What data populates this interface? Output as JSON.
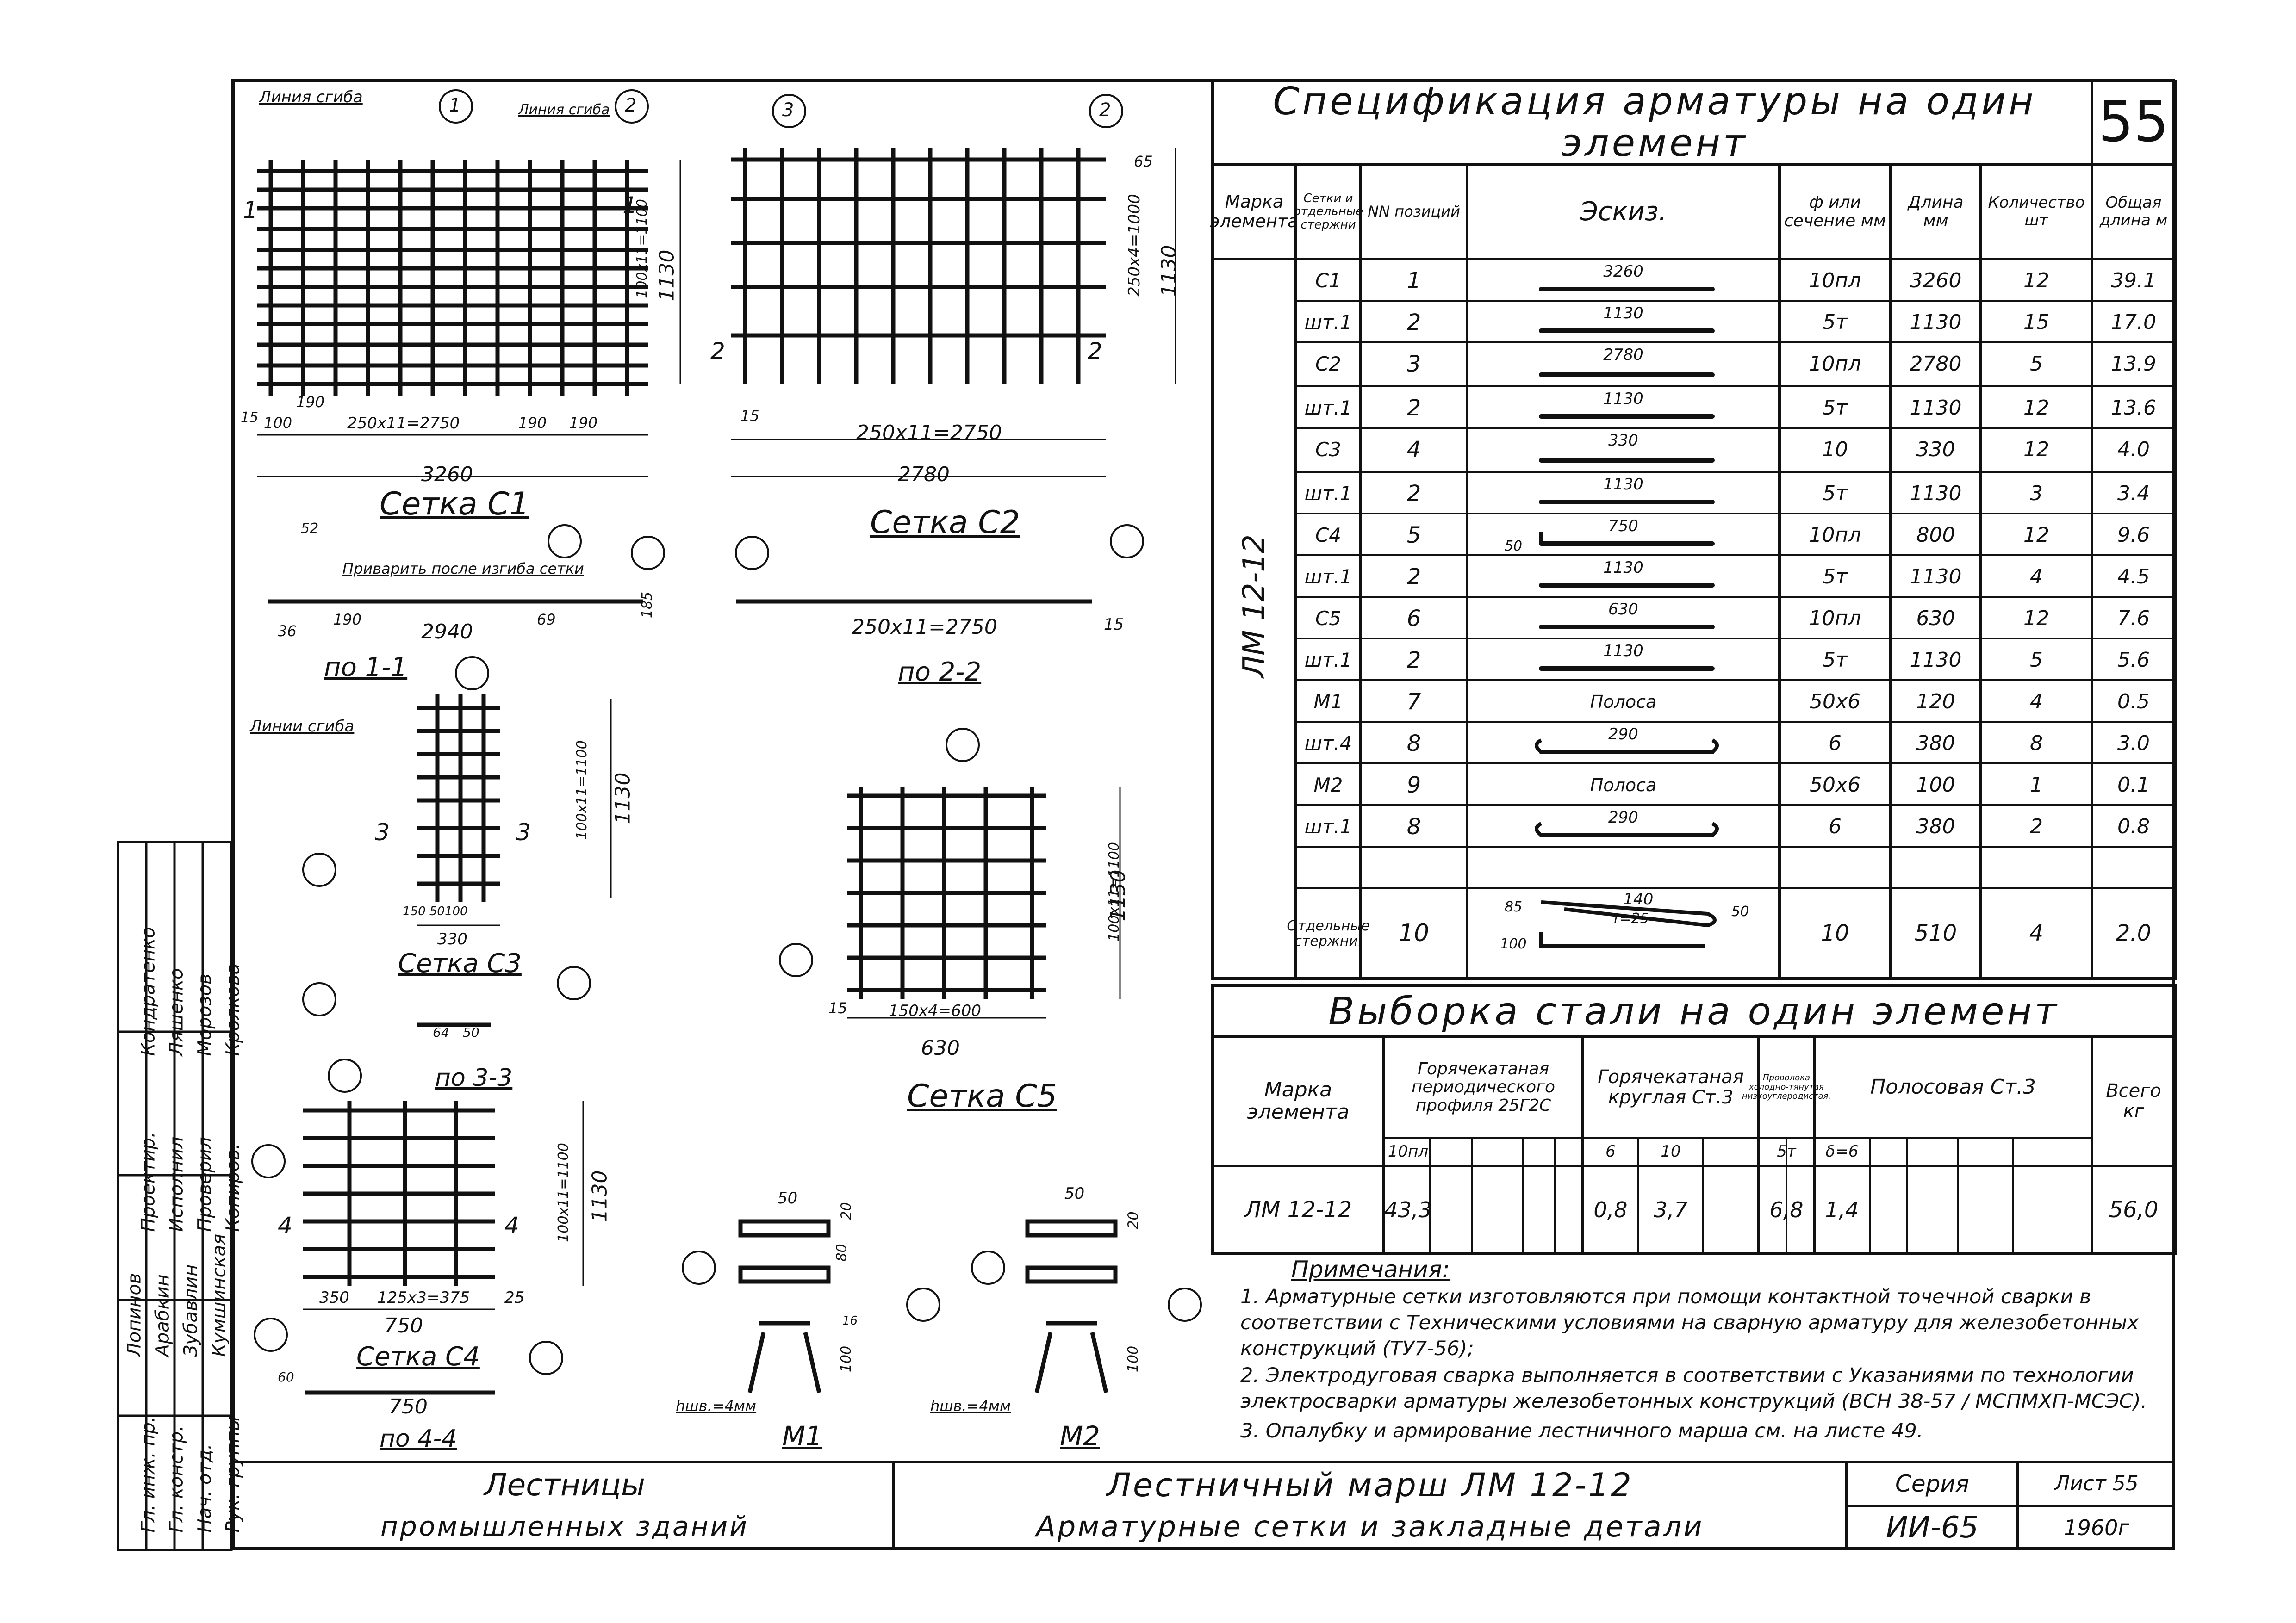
{
  "sheet_number": "55",
  "spec": {
    "title": "Спецификация арматуры на один элемент",
    "headers": {
      "marka": "Марка элемента",
      "setki": "Сетки и отдельные стержни",
      "nn": "NN позиций",
      "eskiz": "Эскиз.",
      "phi": "ф или сечение мм",
      "dlina": "Длина мм",
      "kol": "Количество шт",
      "obsh": "Общая длина м"
    },
    "element": "ЛМ 12-12",
    "rows": [
      {
        "group": "С1",
        "pos": "1",
        "sketch": "3260",
        "phi": "10пл",
        "len": "3260",
        "qty": "12",
        "total": "39.1"
      },
      {
        "group": "шт.1",
        "pos": "2",
        "sketch": "1130",
        "phi": "5т",
        "len": "1130",
        "qty": "15",
        "total": "17.0"
      },
      {
        "group": "С2",
        "pos": "3",
        "sketch": "2780",
        "phi": "10пл",
        "len": "2780",
        "qty": "5",
        "total": "13.9"
      },
      {
        "group": "шт.1",
        "pos": "2",
        "sketch": "1130",
        "phi": "5т",
        "len": "1130",
        "qty": "12",
        "total": "13.6"
      },
      {
        "group": "С3",
        "pos": "4",
        "sketch": "330",
        "phi": "10",
        "len": "330",
        "qty": "12",
        "total": "4.0"
      },
      {
        "group": "шт.1",
        "pos": "2",
        "sketch": "1130",
        "phi": "5т",
        "len": "1130",
        "qty": "3",
        "total": "3.4"
      },
      {
        "group": "С4",
        "pos": "5",
        "sketch": "750",
        "phi": "10пл",
        "len": "800",
        "qty": "12",
        "total": "9.6"
      },
      {
        "group": "шт.1",
        "pos": "2",
        "sketch": "1130",
        "phi": "5т",
        "len": "1130",
        "qty": "4",
        "total": "4.5"
      },
      {
        "group": "С5",
        "pos": "6",
        "sketch": "630",
        "phi": "10пл",
        "len": "630",
        "qty": "12",
        "total": "7.6"
      },
      {
        "group": "шт.1",
        "pos": "2",
        "sketch": "1130",
        "phi": "5т",
        "len": "1130",
        "qty": "5",
        "total": "5.6"
      },
      {
        "group": "М1",
        "pos": "7",
        "sketch": "Полоса",
        "phi": "50х6",
        "len": "120",
        "qty": "4",
        "total": "0.5"
      },
      {
        "group": "шт.4",
        "pos": "8",
        "sketch": "290",
        "phi": "6",
        "len": "380",
        "qty": "8",
        "total": "3.0"
      },
      {
        "group": "М2",
        "pos": "9",
        "sketch": "Полоса",
        "phi": "50х6",
        "len": "100",
        "qty": "1",
        "total": "0.1"
      },
      {
        "group": "шт.1",
        "pos": "8",
        "sketch": "290",
        "phi": "6",
        "len": "380",
        "qty": "2",
        "total": "0.8"
      }
    ],
    "last_row": {
      "group": "Отдельные стержни.",
      "pos": "10",
      "sketch_top": "140",
      "sketch_r": "r=25",
      "sketch_bottom": "100",
      "sketch_left": "85",
      "sketch_right": "50",
      "phi": "10",
      "len": "510",
      "qty": "4",
      "total": "2.0"
    },
    "sketch_50": "50"
  },
  "steel": {
    "title": "Выборка стали на один элемент",
    "marka": "Марка элемента",
    "col1": "Горячекатаная периодического профиля 25Г2С",
    "col2": "Горячекатаная круглая Ст.3",
    "col3": "Проволока холодно-тянутая низкоуглеродистая.",
    "col4": "Полосовая Ст.3",
    "vsego": "Всего кг",
    "sub": [
      "10пл",
      "6",
      "10",
      "5т",
      "δ=6"
    ],
    "row": {
      "mark": "ЛМ 12-12",
      "v1": "43,3",
      "v2": "0,8",
      "v3": "3,7",
      "v4": "6,8",
      "v5": "1,4",
      "total": "56,0"
    }
  },
  "notes": {
    "title": "Примечания:",
    "n1": "1. Арматурные сетки изготовляются при помощи контактной точечной сварки в соответствии с Техническими условиями на сварную арматуру для железобетонных конструкций (ТУ7-56);",
    "n2": "2. Электродуговая сварка выполняется в соответствии с Указаниями по технологии электросварки арматуры железобетонных конструкций (ВСН 38-57 / МСПМХП-МСЭС).",
    "n3": "3. Опалубку и армирование лестничного марша см. на листе 49."
  },
  "titleblock": {
    "left1": "Лестницы",
    "left2": "промышленных зданий",
    "mid1": "Лестничный марш ЛМ 12-12",
    "mid2": "Арматурные сетки и закладные детали",
    "seria_label": "Серия",
    "seria": "ИИ-65",
    "list": "Лист 55",
    "year": "1960г"
  },
  "stamp": {
    "roles": [
      "Гл. инж. пр.",
      "Гл. констр.",
      "Нач. отд.",
      "Рук. группы"
    ],
    "names": [
      "Лопинов",
      "Арабкин",
      "Зубавлин",
      "Кумшинская"
    ],
    "checked": [
      "Проектир.",
      "Исполнил",
      "Проверил",
      "Копиров."
    ],
    "checked_names": [
      "Кондратенко",
      "Ляшенко",
      "Морозов",
      "Кролкова"
    ]
  },
  "drawings": {
    "c1": {
      "caption": "Сетка С1",
      "bend_left": "Линия сгиба",
      "bend_right": "Линия сгиба",
      "dim_total": "3260",
      "dim_main": "250х11=2750",
      "dim_h": "100х11=1100",
      "dim_h2": "1130",
      "d190a": "190",
      "d190b": "190",
      "d190c": "190",
      "d100": "100",
      "d15": "15",
      "sec": "1",
      "n1": "1",
      "n2": "2"
    },
    "c2": {
      "caption": "Сетка С2",
      "dim_total": "2780",
      "dim_main": "250х11=2750",
      "dim_h": "250х4=1000",
      "dim_h2": "1130",
      "d65": "65",
      "d15": "15",
      "n3": "3",
      "n2": "2",
      "sec": "2"
    },
    "s11": {
      "caption": "по 1-1",
      "weld": "Приварить после изгиба сетки",
      "d2940": "2940",
      "d190": "190",
      "d36": "36",
      "d52": "52",
      "d69": "69",
      "d185": "185"
    },
    "s22": {
      "caption": "по 2-2",
      "dim": "250х11=2750",
      "d15": "15"
    },
    "c3": {
      "caption": "Сетка С3",
      "bend": "Линии сгиба",
      "dim_w": "330",
      "dim_inner": "150 50100",
      "dim_h": "100х11=1100",
      "dim_h2": "1130",
      "sec": "3"
    },
    "s33": {
      "caption": "по 3-3",
      "d64": "64",
      "d50": "50"
    },
    "c4": {
      "caption": "Сетка С4",
      "dim_w": "750",
      "dim_main": "125х3=375",
      "d350": "350",
      "d25": "25",
      "dim_h": "100х11=1100",
      "dim_h2": "1130",
      "sec": "4"
    },
    "s44": {
      "caption": "по 4-4",
      "dim": "750",
      "d60": "60"
    },
    "c5": {
      "caption": "Сетка С5",
      "dim_w": "630",
      "dim_main": "150х4=600",
      "dim_h": "100х11=1100",
      "dim_h2": "1130",
      "d15": "15"
    },
    "m1": {
      "caption": "М1",
      "weld": "hшв.=4мм",
      "d50": "50",
      "d20": "20",
      "d80": "80",
      "d100": "100",
      "d16": "16"
    },
    "m2": {
      "caption": "М2",
      "weld": "hшв.=4мм",
      "d50": "50",
      "d20": "20",
      "d100": "100"
    }
  }
}
